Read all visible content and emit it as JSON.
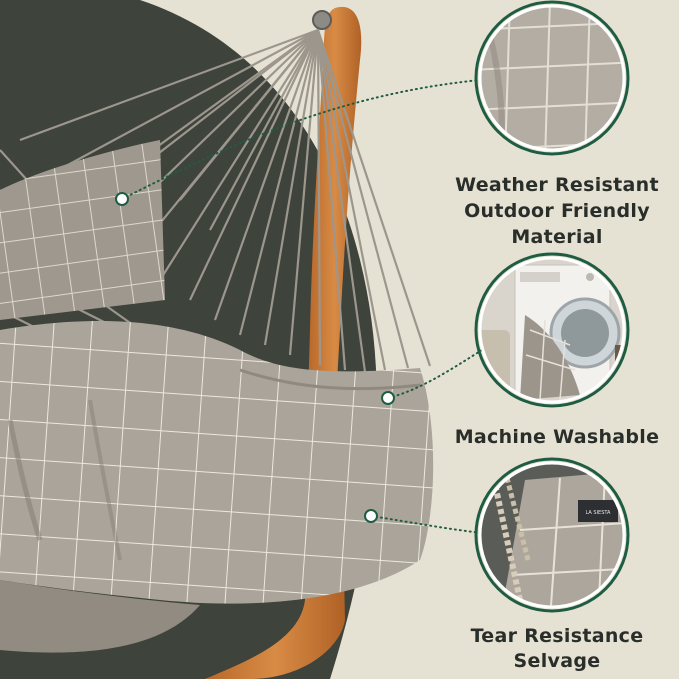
{
  "features": [
    {
      "lines": [
        "Weather Resistant",
        "Outdoor Friendly",
        "Material"
      ],
      "icon": "fabric-closeup"
    },
    {
      "lines": [
        "Machine Washable"
      ],
      "icon": "washing-machine"
    },
    {
      "lines": [
        "Tear Resistance",
        "Selvage"
      ],
      "icon": "selvage-edge"
    }
  ],
  "label_tag_text": "LA SIESTA",
  "colors": {
    "background": "#e6e2d3",
    "dark_shape": "#3e433b",
    "fabric": "#a9a39a",
    "grid_line": "#ece8df",
    "wood": "#c87a35",
    "accent_green": "#1f5d43"
  }
}
